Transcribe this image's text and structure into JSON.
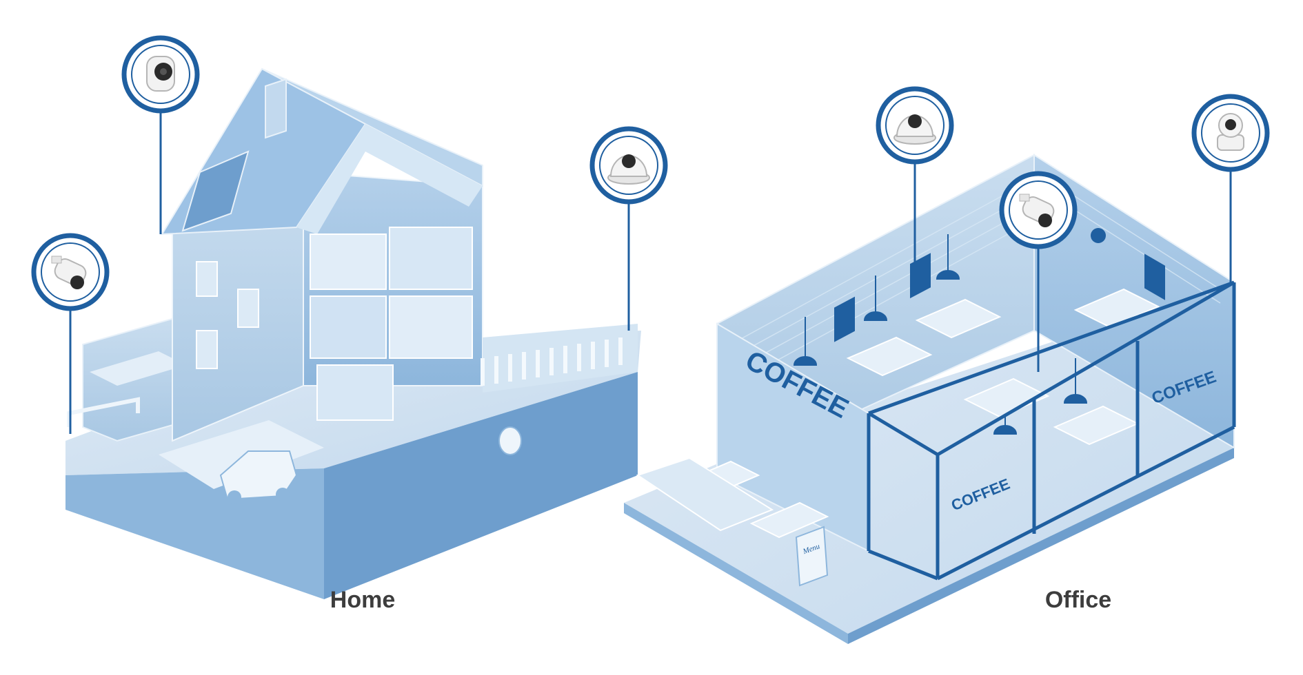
{
  "scenes": {
    "home": {
      "caption": "Home"
    },
    "office": {
      "caption": "Office",
      "signs": {
        "front_window": "COFFEE",
        "back_wall": "COFFEE",
        "glass_door": "COFFEE",
        "menu_board": "Menu"
      }
    }
  },
  "cameras": [
    {
      "scene": "home",
      "type": "indoor-camera"
    },
    {
      "scene": "home",
      "type": "bullet-camera"
    },
    {
      "scene": "home",
      "type": "dome-camera"
    },
    {
      "scene": "office",
      "type": "dome-camera"
    },
    {
      "scene": "office",
      "type": "bullet-camera"
    },
    {
      "scene": "office",
      "type": "pan-tilt-camera"
    }
  ],
  "colors": {
    "accent": "#1f5fa0",
    "illustration_light": "#d4e5f3",
    "illustration_mid": "#a9c8e4",
    "illustration_dark": "#6e9ecd",
    "caption_text": "#3d3d3d"
  }
}
